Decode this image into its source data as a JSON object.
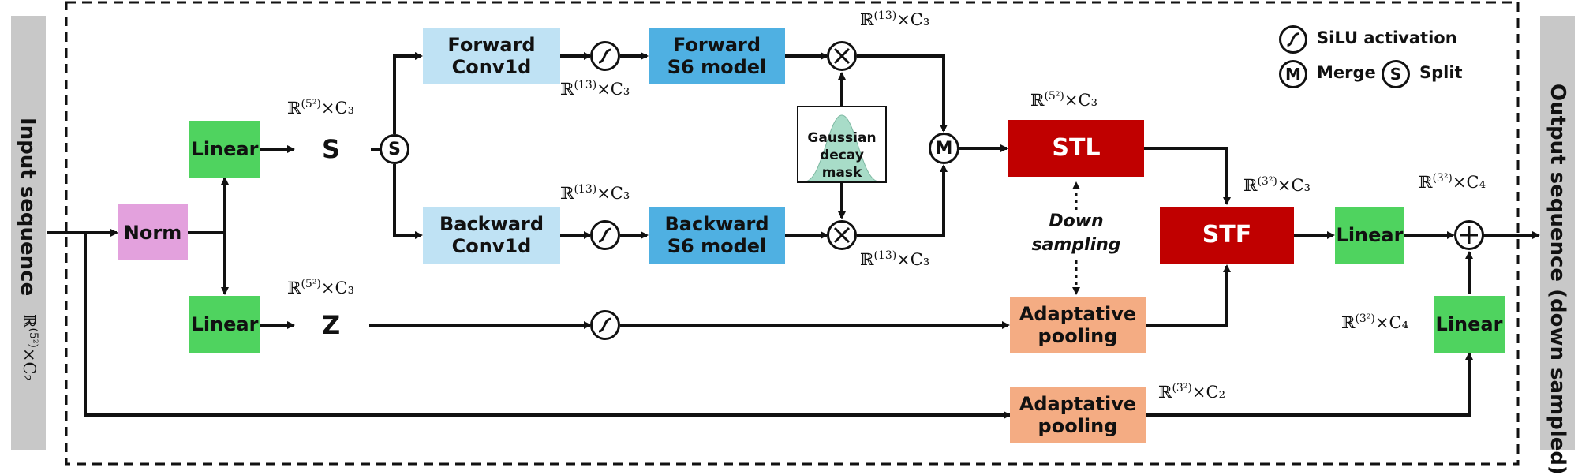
{
  "side_labels": {
    "input": "Input sequence",
    "output": "Output sequence (down sampled)"
  },
  "blocks": {
    "norm": "Norm",
    "linear_top": "Linear",
    "linear_bottom": "Linear",
    "forward_conv": "Forward\nConv1d",
    "backward_conv": "Backward\nConv1d",
    "forward_s6": "Forward\nS6 model",
    "backward_s6": "Backward\nS6 model",
    "gaussian": "Gaussian\ndecay mask",
    "stl": "STL",
    "stf": "STF",
    "linear_out": "Linear",
    "linear_res": "Linear",
    "pool_mid": "Adaptative\npooling",
    "pool_bottom": "Adaptative\npooling"
  },
  "letters": {
    "s": "S",
    "z": "Z"
  },
  "ops": {
    "split": "S",
    "merge": "M"
  },
  "notes": {
    "down_sampling": "Down\nsampling"
  },
  "legend": {
    "silu": "SiLU activation",
    "merge": "Merge",
    "split": "Split",
    "merge_symbol": "M",
    "split_symbol": "S"
  },
  "dims": {
    "input": {
      "base": "ℝ",
      "sup": "(5²)",
      "tail": "×C₂"
    },
    "s": {
      "base": "ℝ",
      "sup": "(5²)",
      "tail": "×C₃"
    },
    "z": {
      "base": "ℝ",
      "sup": "(5²)",
      "tail": "×C₃"
    },
    "fwd_conv": {
      "base": "ℝ",
      "sup": "(13)",
      "tail": "×C₃"
    },
    "bwd_conv": {
      "base": "ℝ",
      "sup": "(13)",
      "tail": "×C₃"
    },
    "fwd_mul": {
      "base": "ℝ",
      "sup": "(13)",
      "tail": "×C₃"
    },
    "bwd_mul": {
      "base": "ℝ",
      "sup": "(13)",
      "tail": "×C₃"
    },
    "stl": {
      "base": "ℝ",
      "sup": "(5²)",
      "tail": "×C₃"
    },
    "stf": {
      "base": "ℝ",
      "sup": "(3²)",
      "tail": "×C₃"
    },
    "out": {
      "base": "ℝ",
      "sup": "(3²)",
      "tail": "×C₄"
    },
    "res": {
      "base": "ℝ",
      "sup": "(3²)",
      "tail": "×C₄"
    },
    "pool": {
      "base": "ℝ",
      "sup": "(3²)",
      "tail": "×C₂"
    }
  },
  "colors": {
    "norm": "#e3a1dd",
    "linear": "#4fd35f",
    "conv": "#bfe2f4",
    "s6": "#4fb0e2",
    "stl": "#c00000",
    "pool": "#f4ac83",
    "gaussian": "#a8dcc8",
    "side": "#c8c8c8"
  }
}
